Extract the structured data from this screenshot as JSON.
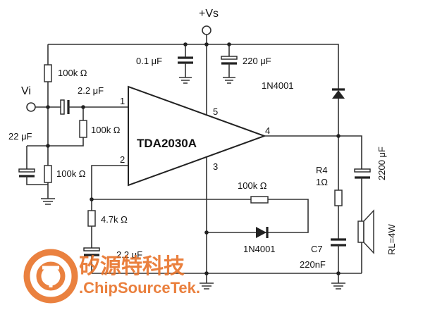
{
  "supply_label": "+Vs",
  "input_label": "Vi",
  "ic_label": "TDA2030A",
  "pins": {
    "p1": "1",
    "p2": "2",
    "p3": "3",
    "p4": "4",
    "p5": "5"
  },
  "components": {
    "r_in_top": "100k Ω",
    "c_in": "2.2 μF",
    "r_bias": "100k Ω",
    "c_bias": "22 μF",
    "r_in_bottom": "100k Ω",
    "c_supply_small": "0.1 μF",
    "c_supply_large": "220 μF",
    "diode_top": "1N4001",
    "r_feedback": "100k Ω",
    "r_fb_gnd": "4.7k Ω",
    "c_fb_gnd": "2.2 μF",
    "diode_bottom": "1N4001",
    "r4_name": "R4",
    "r4_value": "1Ω",
    "c7_name": "C7",
    "c7_value": "220nF",
    "c_out": "2200 μF",
    "load": "RL=4W"
  },
  "watermark": {
    "chinese": "矽源特科技",
    "english": ".ChipSourceTek."
  },
  "colors": {
    "wire": "#333333",
    "watermark": "#e8732a"
  }
}
